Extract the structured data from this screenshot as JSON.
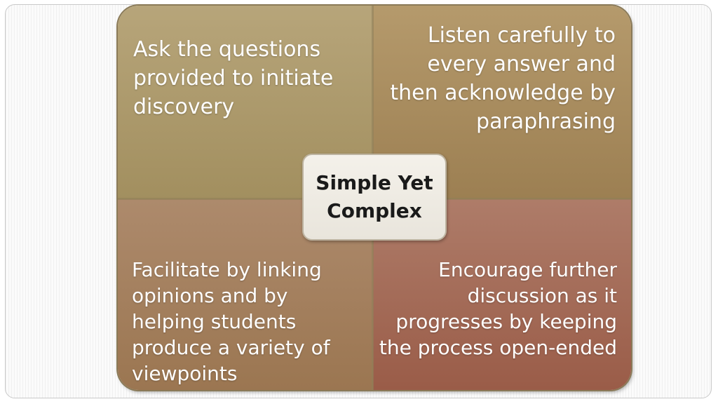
{
  "diagram": {
    "center": "Simple Yet Complex",
    "top_left": "Ask the questions provided to initiate discovery",
    "top_right": "Listen carefully to every answer and then  acknowledge by paraphrasing",
    "bottom_left": "Facilitate by linking opinions and by helping students produce a variety of viewpoints",
    "bottom_right": "Encourage further discussion as it progresses by keeping the process open-ended"
  },
  "colors": {
    "top_left": "#ac9a6d",
    "top_right": "#a88c5f",
    "bottom_left": "#a4805f",
    "bottom_right": "#a46a57",
    "center_box": "#efebe3"
  }
}
